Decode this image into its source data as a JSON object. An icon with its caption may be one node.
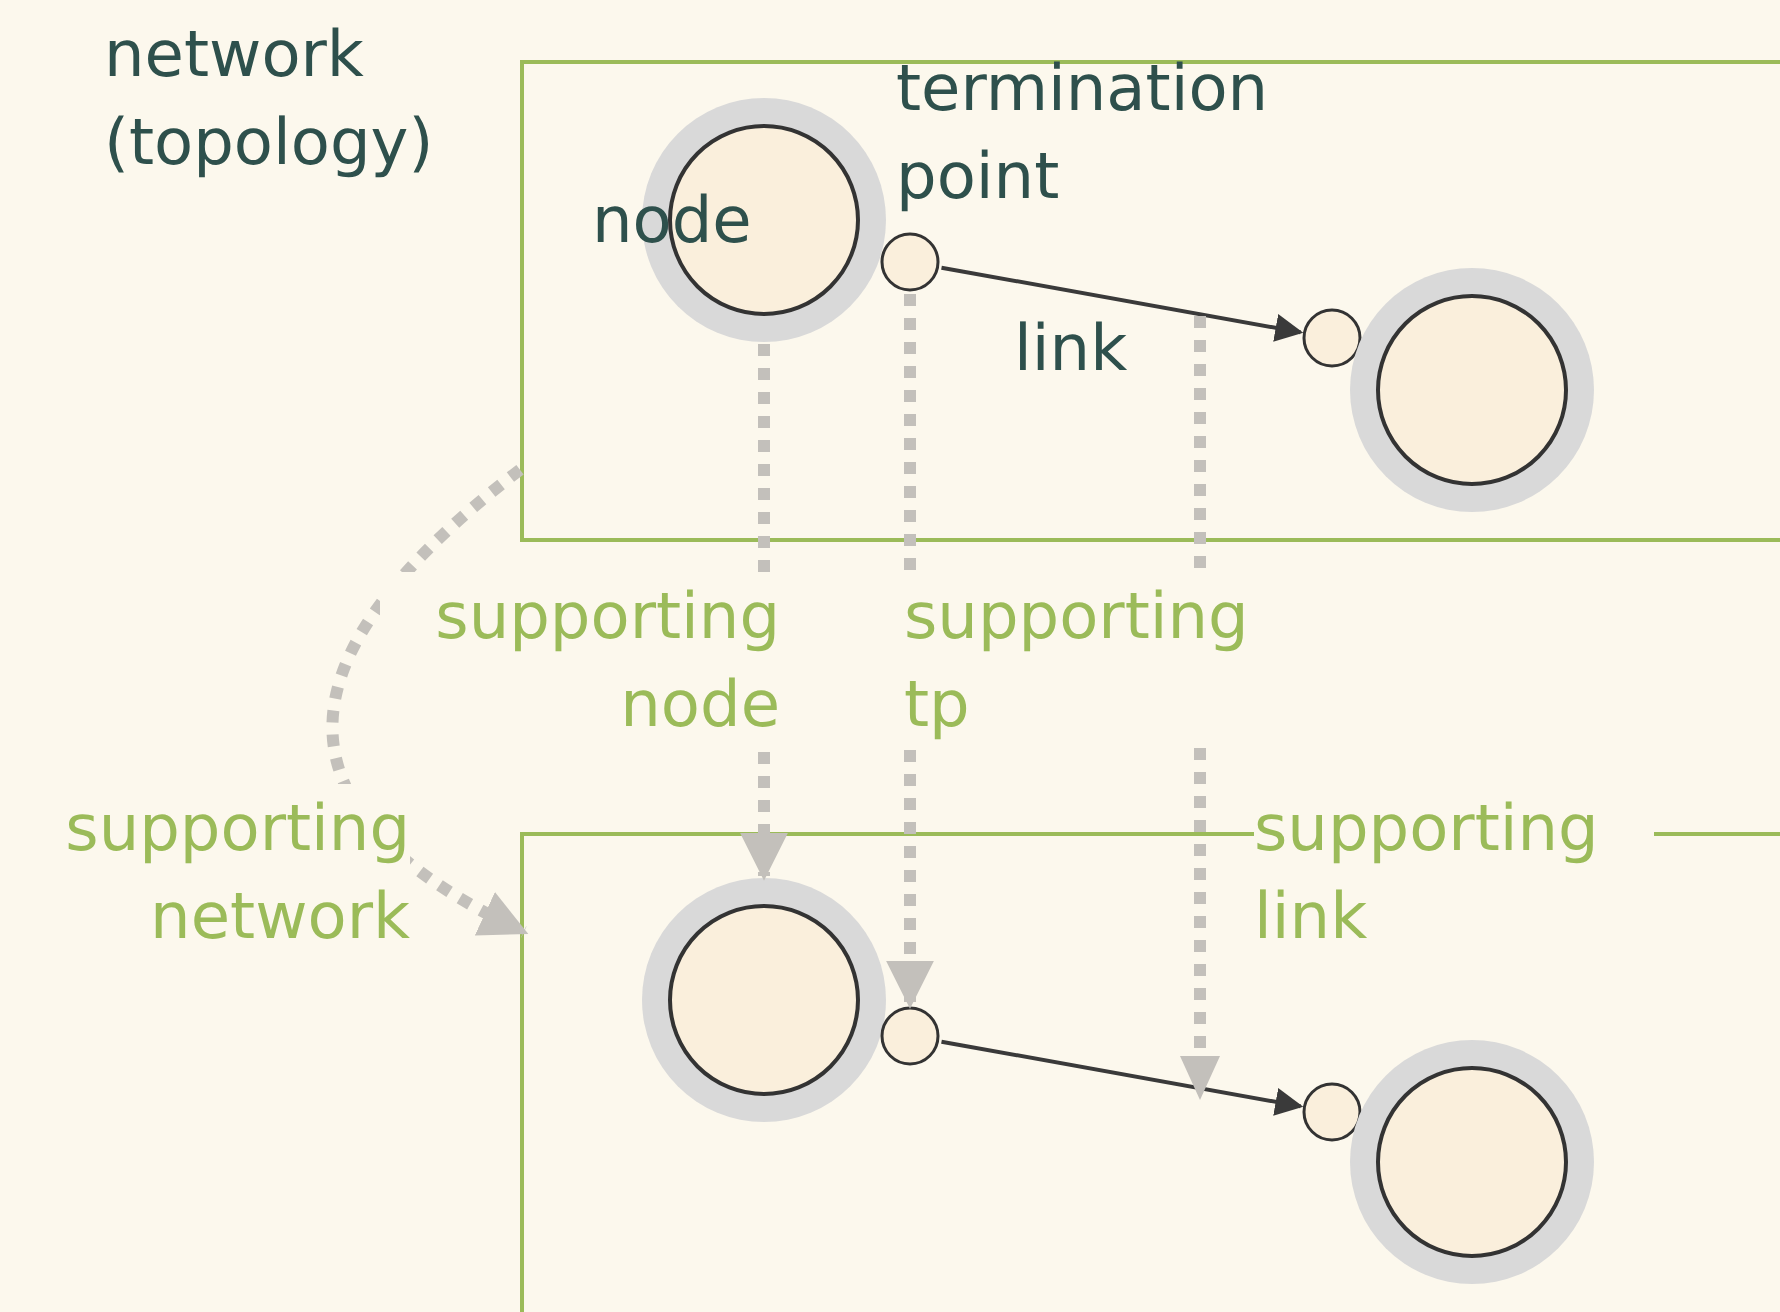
{
  "diagram": {
    "nodes": [
      {
        "text": [
          "network (topology)"
        ]
      },
      {
        "text": [
          "node"
        ],
        "in": 0
      },
      {
        "text": [
          "termination point"
        ],
        "in": 0
      },
      {
        "text": [],
        "shape": "circle",
        "in": 0
      },
      {
        "text": [],
        "shape": "circle",
        "in": 0
      },
      {
        "text": [],
        "shape": "box"
      },
      {
        "text": [],
        "shape": "circle",
        "in": 5
      },
      {
        "text": [],
        "shape": "circle",
        "in": 5
      },
      {
        "text": [],
        "shape": "circle",
        "in": 5
      },
      {
        "text": [],
        "shape": "circle",
        "in": 5
      }
    ],
    "edges": [
      {
        "from": 2,
        "to": 3,
        "arrow": "to",
        "label": "link",
        "color": "#3a3a3a"
      },
      {
        "from": 7,
        "to": 8,
        "arrow": "to",
        "color": "#3a3a3a"
      },
      {
        "from": 0,
        "to": 5,
        "arrow": "to",
        "style": "dashed",
        "label": "supporting network"
      },
      {
        "from": 1,
        "to": 6,
        "arrow": "to",
        "style": "dashed",
        "label": "supporting node"
      },
      {
        "from": 2,
        "to": 7,
        "arrow": "to",
        "style": "dashed",
        "label": "supporting tp"
      }
    ],
    "labels": [
      "supporting link"
    ]
  }
}
